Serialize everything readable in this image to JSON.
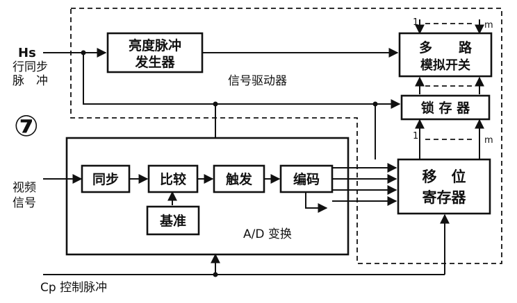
{
  "figure_number": "⑦",
  "blocks": {
    "brightness_pulse": [
      "亮度脉冲",
      "发生器"
    ],
    "mux_switch": [
      "多　　路",
      "模拟开关"
    ],
    "latch": "锁 存 器",
    "shift_register": [
      "移　位",
      "寄存器"
    ],
    "sync": "同步",
    "compare": "比较",
    "trigger": "触发",
    "encode": "编码",
    "reference": "基准"
  },
  "labels": {
    "signal_driver": "信号驱动器",
    "ad_convert": "A/D 变换",
    "hs": "Hs",
    "line_sync_pulse": [
      "行同步",
      "脉　冲"
    ],
    "video_signal": [
      "视频",
      "信号"
    ],
    "cp_control_pulse": "Cp 控制脉冲",
    "bus_first": "1",
    "bus_last": "m"
  }
}
